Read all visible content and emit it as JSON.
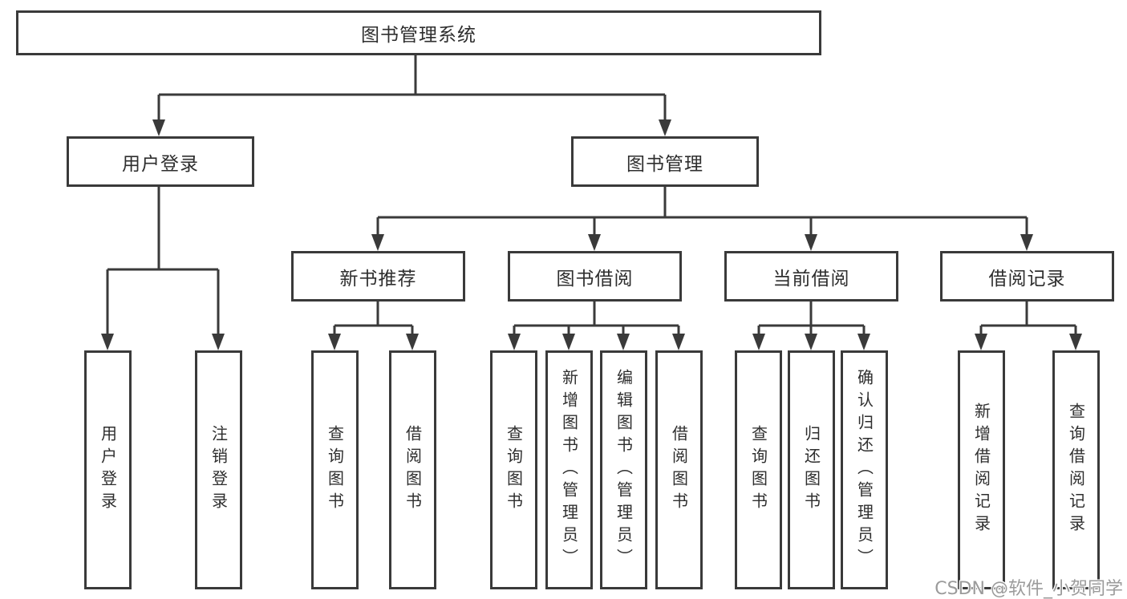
{
  "diagram": {
    "title": "图书管理系统",
    "tree": {
      "root": {
        "label": "图书管理系统"
      },
      "children": [
        {
          "label": "用户登录",
          "children": [
            {
              "label": "用户登录"
            },
            {
              "label": "注销登录"
            }
          ]
        },
        {
          "label": "图书管理",
          "children": [
            {
              "label": "新书推荐",
              "children": [
                {
                  "label": "查询图书"
                },
                {
                  "label": "借阅图书"
                }
              ]
            },
            {
              "label": "图书借阅",
              "children": [
                {
                  "label": "查询图书"
                },
                {
                  "label": "新增图书（管理员）"
                },
                {
                  "label": "编辑图书（管理员）"
                },
                {
                  "label": "借阅图书"
                }
              ]
            },
            {
              "label": "当前借阅",
              "children": [
                {
                  "label": "查询图书"
                },
                {
                  "label": "归还图书"
                },
                {
                  "label": "确认归还（管理员）"
                }
              ]
            },
            {
              "label": "借阅记录",
              "children": [
                {
                  "label": "新增借阅记录"
                },
                {
                  "label": "查询借阅记录"
                }
              ]
            }
          ]
        }
      ]
    },
    "colors": {
      "line": "#3a3a3a",
      "box_border": "#3a3a3a",
      "background": "#ffffff",
      "watermark_text": "#9b9b9b"
    }
  },
  "watermark": {
    "text": "CSDN @软件_小贺同学"
  }
}
